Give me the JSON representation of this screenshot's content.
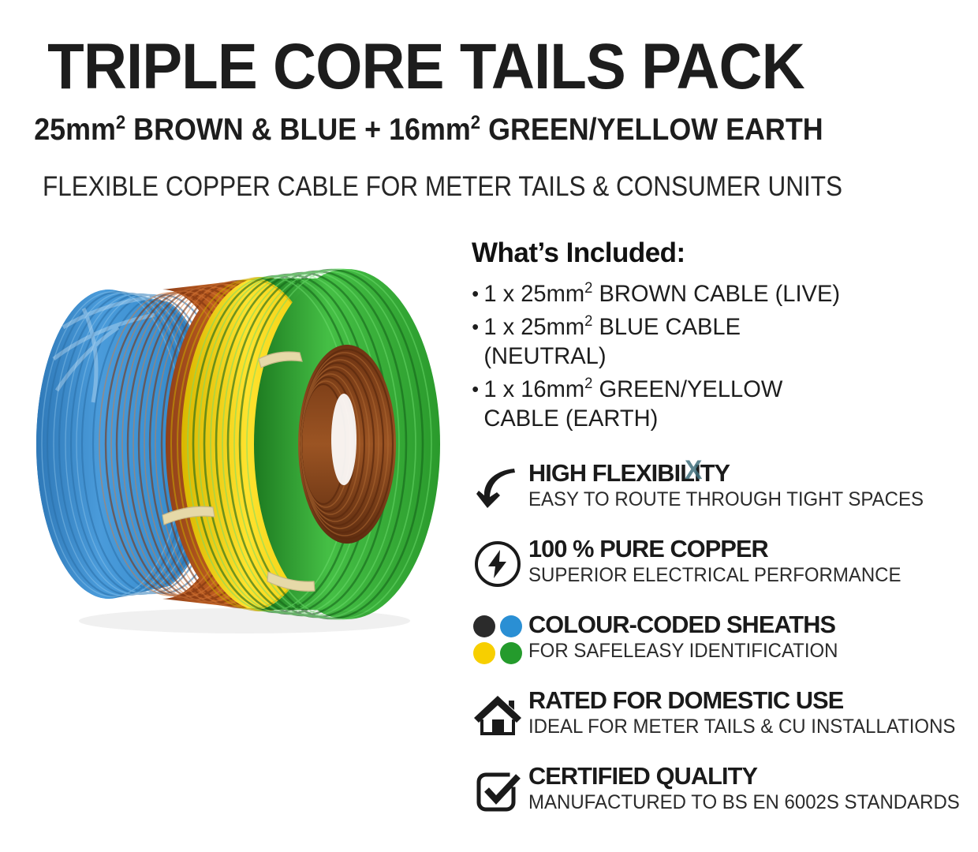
{
  "header": {
    "title": "TRIPLE CORE TAILS PACK",
    "subtitle_1_pre": "25mm",
    "subtitle_1_sup1": "2",
    "subtitle_1_mid": " BROWN & BLUE + 16mm",
    "subtitle_1_sup2": "2",
    "subtitle_1_post": " GREEN/YELLOW EARTH",
    "subtitle_1_plain": "25mm² BROWN & BLUE + 16mm² GREEN/YELLOW EARTH",
    "subtitle_2": "FLEXIBLE COPPER CABLE FOR METER TAILS & CONSUMER UNITS"
  },
  "product_image": {
    "description": "coiled triple core meter tails cable bundle",
    "cables": [
      {
        "name": "blue-coil",
        "color": "#3a8fd0",
        "shade": "#2a6fa8"
      },
      {
        "name": "brown-coil",
        "color": "#b5541f",
        "shade": "#8b3d13"
      },
      {
        "name": "yellow-stripe-coil",
        "color": "#f5d400",
        "shade": "#cdad00"
      },
      {
        "name": "green-coil",
        "color": "#2fa52f",
        "shade": "#1d7a20"
      }
    ],
    "inner_coil_color": "#8b4a1e",
    "tie_color": "#e6d9a8"
  },
  "included": {
    "heading": "What’s Included:",
    "bullet": "•",
    "items": [
      {
        "qty_size": "1 x 25mm",
        "sup": "2",
        "rest": " BROWN CABLE (LIVE)",
        "plain": "1 x 25mm² BROWN CABLE (LIVE)"
      },
      {
        "qty_size": "1 x 25mm",
        "sup": "2",
        "rest": " BLUE CABLE (NEUTRAL)",
        "plain": "1 x 25mm² BLUE CABLE (NEUTRAL)"
      },
      {
        "qty_size": "1 x 16mm",
        "sup": "2",
        "rest": " GREEN/YELLOW CABLE (EARTH)",
        "plain": "1 x 16mm² GREEN/YELLOW CABLE (EARTH)"
      }
    ]
  },
  "features": [
    {
      "icon": "curved-arrow-icon",
      "title": "HIGH FLEXIBILITY",
      "title_glitch_glyph": "X",
      "subtitle": "EASY TO ROUTE THROUGH TIGHT SPACES"
    },
    {
      "icon": "lightning-bolt-circle-icon",
      "title": "100 % PURE COPPER",
      "subtitle": "SUPERIOR ELECTRICAL PERFORMANCE"
    },
    {
      "icon": "colour-dots-icon",
      "title": "COLOUR-CODED SHEATHS",
      "subtitle": "FOR SAFELEASY IDENTIFICATION",
      "dot_colors": [
        "#2b2b2b",
        "#2a8fd4",
        "#f7cf00",
        "#249b2c"
      ]
    },
    {
      "icon": "house-icon",
      "title": "RATED FOR DOMESTIC USE",
      "subtitle": "IDEAL FOR METER TAILS & CU INSTALLATIONS"
    },
    {
      "icon": "checkbox-check-icon",
      "title": "CERTIFIED QUALITY",
      "subtitle": "MANUFACTURED TO BS EN 6002S STANDARDS"
    }
  ],
  "colors": {
    "background": "#ffffff",
    "text_primary": "#1a1a1a",
    "text_secondary": "#2b2b2b",
    "glitch_accent": "#41707d"
  }
}
